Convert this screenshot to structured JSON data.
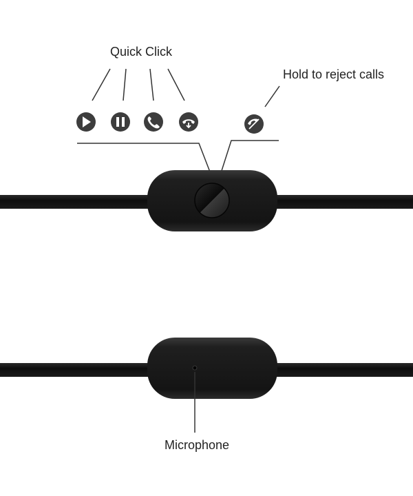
{
  "labels": {
    "quick_click": "Quick Click",
    "hold_to_reject": "Hold to reject calls",
    "microphone": "Microphone"
  },
  "icons": {
    "quick_click": [
      "play-icon",
      "pause-icon",
      "phone-answer-icon",
      "phone-end-icon"
    ],
    "hold": "phone-reject-icon"
  },
  "colors": {
    "background": "#ffffff",
    "remote_body": "#1e1e1e",
    "cable": "#111111",
    "icon_fill": "#3d3d3d",
    "line": "#333333",
    "text": "#222222"
  }
}
